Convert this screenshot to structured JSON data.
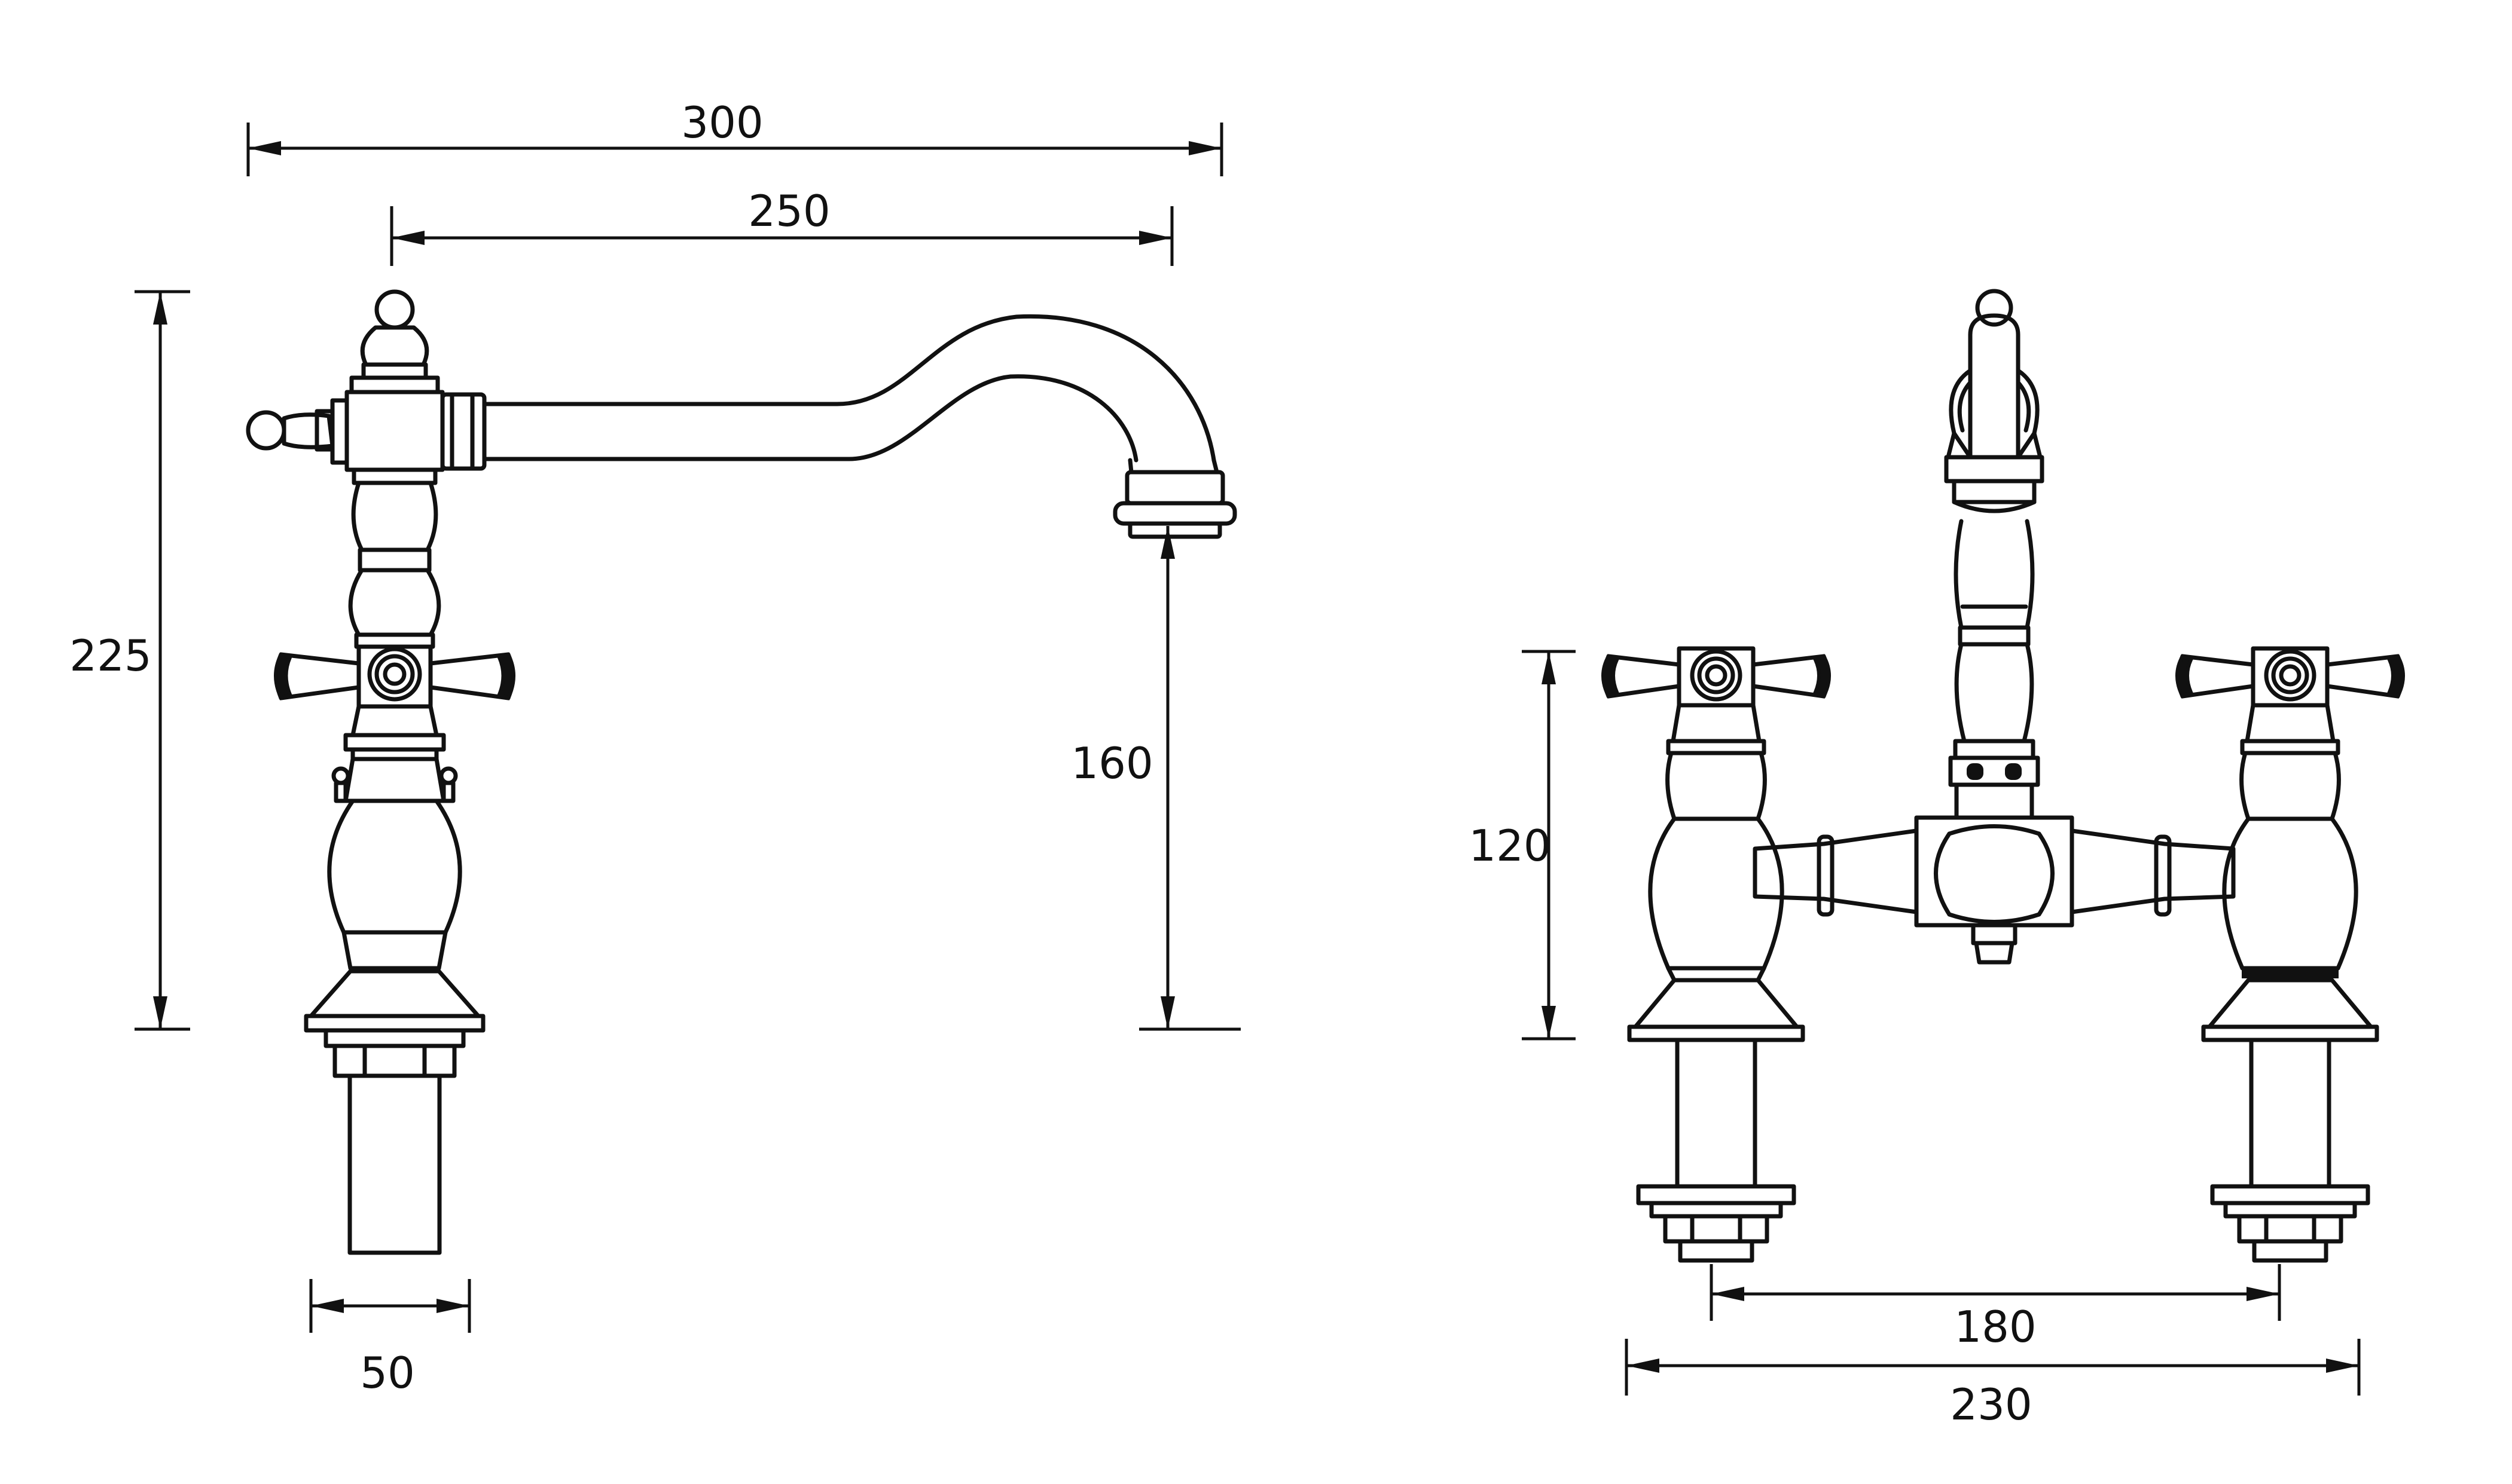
{
  "dimensions": {
    "overall_length": "300",
    "spout_reach": "250",
    "overall_height": "225",
    "spout_height": "160",
    "base_width": "50",
    "handle_height": "120",
    "tap_centres": "180",
    "overall_width": "230"
  },
  "colors": {
    "line": "#111111",
    "background": "#ffffff"
  }
}
